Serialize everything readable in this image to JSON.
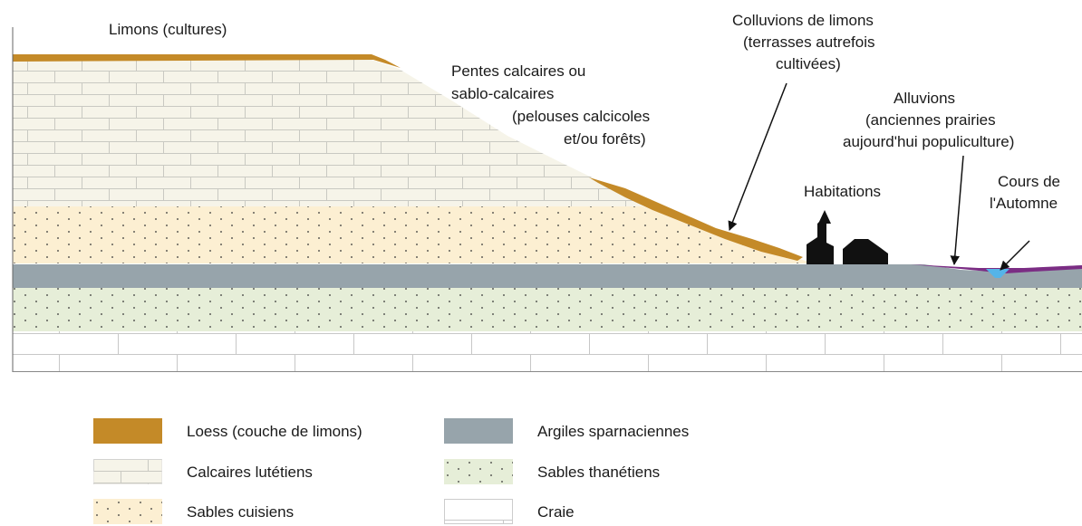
{
  "colors": {
    "loess": "#c48a28",
    "calcaire": "#f6f4e9",
    "calcaire_lines": "#c9c9c2",
    "sables_cuisiens": "#fcefd2",
    "argiles": "#97a4ab",
    "sables_thanetiens": "#e6eed8",
    "craie": "#ffffff",
    "craie_lines": "#c7c7c7",
    "alluvions": "#7b2d84",
    "river": "#55b4e8",
    "buildings": "#111111"
  },
  "labels": {
    "limons": "Limons (cultures)",
    "pentes": [
      "Pentes calcaires ou",
      "sablo-calcaires",
      "(pelouses calcicoles",
      "et/ou forêts)"
    ],
    "colluvions": [
      "Colluvions de limons",
      "(terrasses autrefois",
      "cultivées)"
    ],
    "alluvions": [
      "Alluvions",
      "(anciennes prairies",
      "aujourd'hui populiculture)"
    ],
    "habitations": "Habitations",
    "cours": [
      "Cours de",
      "l'Automne"
    ]
  },
  "legend": [
    {
      "key": "loess",
      "label": "Loess (couche de limons)"
    },
    {
      "key": "calcaire",
      "label": "Calcaires lutétiens"
    },
    {
      "key": "sables_cuisiens",
      "label": "Sables cuisiens"
    },
    {
      "key": "argiles",
      "label": "Argiles sparnaciennes"
    },
    {
      "key": "sables_thanetiens",
      "label": "Sables thanétiens"
    },
    {
      "key": "craie",
      "label": "Craie"
    }
  ]
}
